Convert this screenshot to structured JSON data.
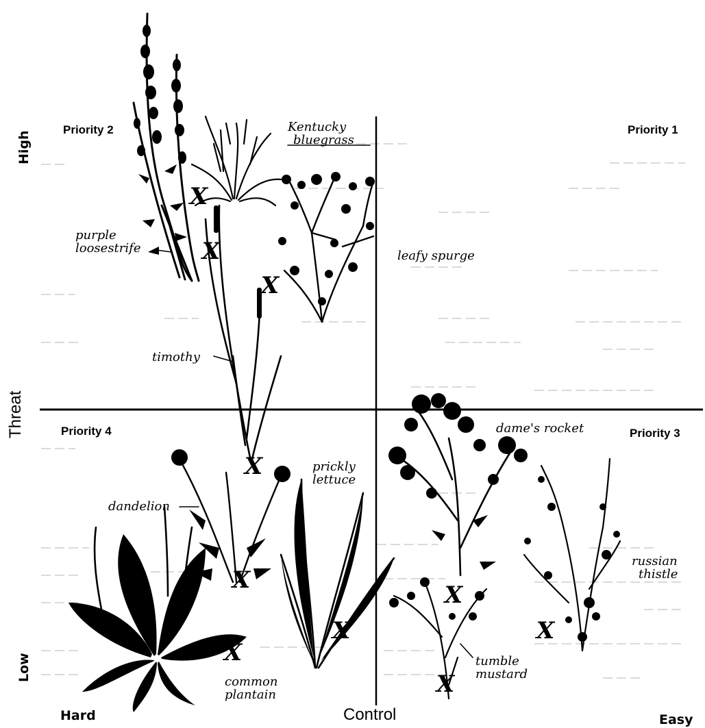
{
  "quadrants": {
    "top_left": "Priority 2",
    "top_right": "Priority 1",
    "bottom_left": "Priority 4",
    "bottom_right": "Priority 3"
  },
  "axes": {
    "vertical": {
      "title": "Threat",
      "high": "High",
      "low": "Low"
    },
    "horizontal": {
      "title": "Control",
      "hard": "Hard",
      "easy": "Easy"
    }
  },
  "plants": {
    "kentucky_bluegrass": {
      "line1": "Kentucky",
      "line2": "bluegrass"
    },
    "purple_loosestrife": {
      "line1": "purple",
      "line2": "loosestrife"
    },
    "leafy_spurge": {
      "line1": "leafy spurge"
    },
    "timothy": {
      "line1": "timothy"
    },
    "dames_rocket": {
      "line1": "dame's rocket"
    },
    "prickly_lettuce": {
      "line1": "prickly",
      "line2": "lettuce"
    },
    "dandelion": {
      "line1": "dandelion"
    },
    "russian_thistle": {
      "line1": "russian",
      "line2": "thistle"
    },
    "tumble_mustard": {
      "line1": "tumble",
      "line2": "mustard"
    },
    "common_plantain": {
      "line1": "common",
      "line2": "plantain"
    }
  },
  "markers": {
    "symbol": "X"
  },
  "colors": {
    "ink": "#000000",
    "paper": "#ffffff",
    "rule": "#555555"
  }
}
